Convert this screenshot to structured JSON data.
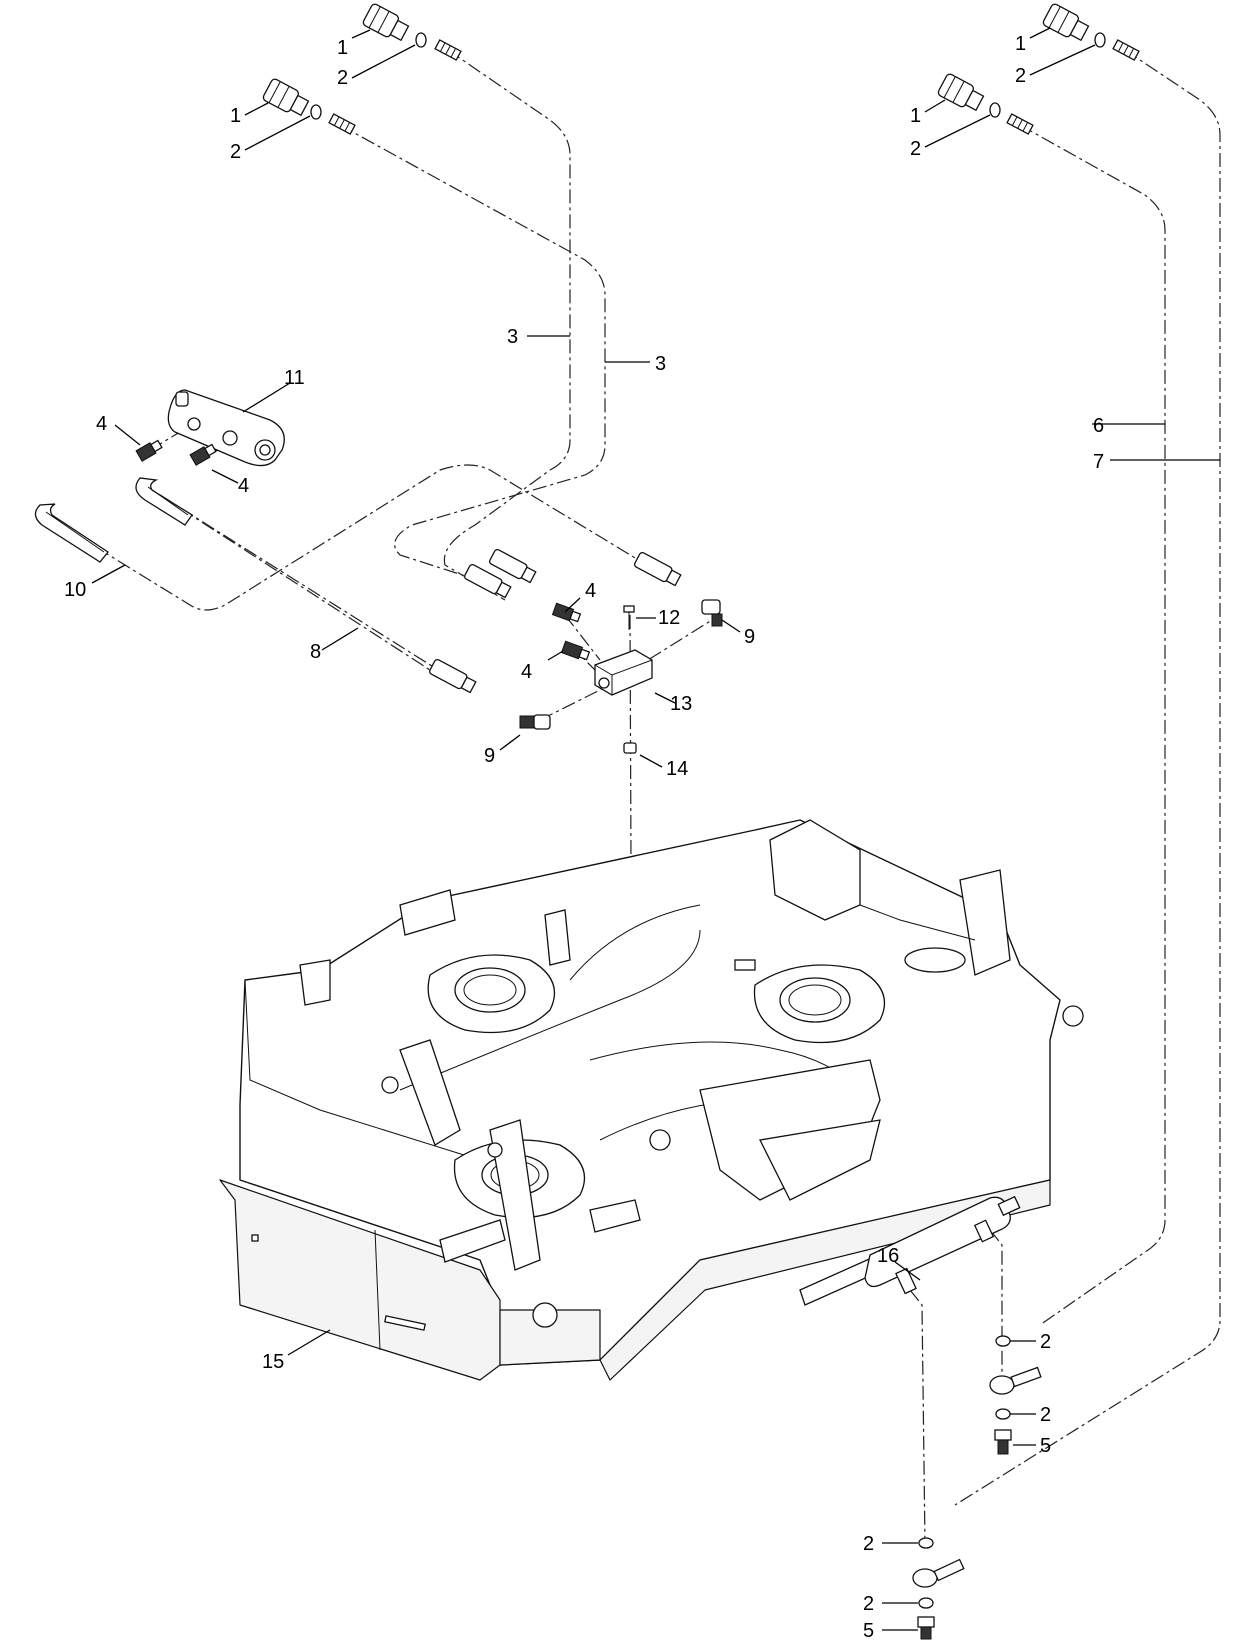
{
  "callouts": [
    {
      "id": "c1a",
      "text": "1"
    },
    {
      "id": "c2a",
      "text": "2"
    },
    {
      "id": "c1b",
      "text": "1"
    },
    {
      "id": "c2b",
      "text": "2"
    },
    {
      "id": "c1c",
      "text": "1"
    },
    {
      "id": "c2c",
      "text": "2"
    },
    {
      "id": "c1d",
      "text": "1"
    },
    {
      "id": "c2d",
      "text": "2"
    },
    {
      "id": "c3a",
      "text": "3"
    },
    {
      "id": "c3b",
      "text": "3"
    },
    {
      "id": "c11",
      "text": "11"
    },
    {
      "id": "c4a",
      "text": "4"
    },
    {
      "id": "c4b",
      "text": "4"
    },
    {
      "id": "c4c",
      "text": "4"
    },
    {
      "id": "c4d",
      "text": "4"
    },
    {
      "id": "c6",
      "text": "6"
    },
    {
      "id": "c7",
      "text": "7"
    },
    {
      "id": "c10",
      "text": "10"
    },
    {
      "id": "c12",
      "text": "12"
    },
    {
      "id": "c9a",
      "text": "9"
    },
    {
      "id": "c9b",
      "text": "9"
    },
    {
      "id": "c8",
      "text": "8"
    },
    {
      "id": "c13",
      "text": "13"
    },
    {
      "id": "c14",
      "text": "14"
    },
    {
      "id": "c15",
      "text": "15"
    },
    {
      "id": "c16",
      "text": "16"
    },
    {
      "id": "c2e",
      "text": "2"
    },
    {
      "id": "c2f",
      "text": "2"
    },
    {
      "id": "c5a",
      "text": "5"
    },
    {
      "id": "c2g",
      "text": "2"
    },
    {
      "id": "c2h",
      "text": "2"
    },
    {
      "id": "c5b",
      "text": "5"
    }
  ]
}
